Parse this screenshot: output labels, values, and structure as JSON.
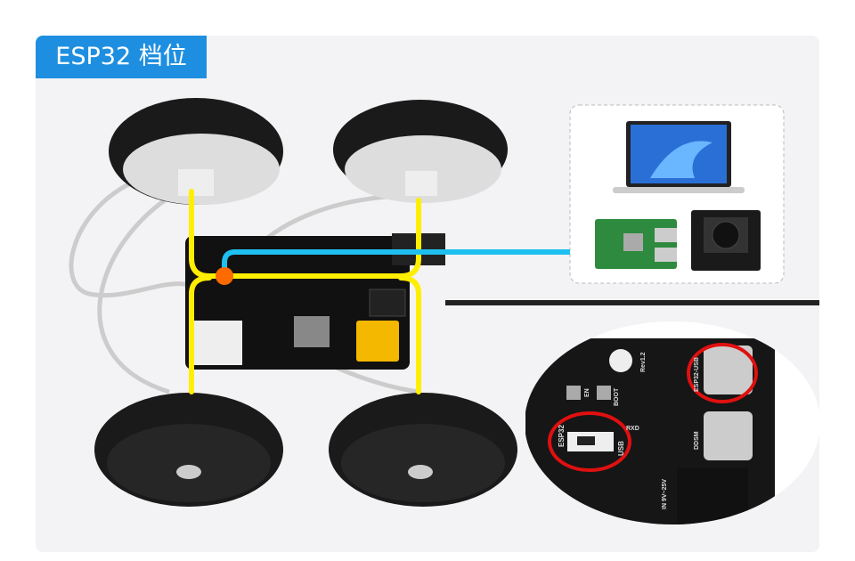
{
  "title": "ESP32 档位",
  "colors": {
    "accent": "#1e8fe0",
    "wire_power": "#ffee00",
    "wire_data": "#1ec0f0",
    "junction": "#ff6a00",
    "highlight": "#e01010"
  },
  "board_labels": {
    "switch_left": "ESP32",
    "switch_right": "USB",
    "en": "EN",
    "boot": "BOOT",
    "rev": "Rev1.2",
    "usb_port": "ESP32-USB",
    "ddsm_port": "DDSM",
    "rxd": "RXD",
    "power_in": "IN 9V~25V"
  },
  "devices": [
    "laptop",
    "raspberry-pi",
    "jetson"
  ]
}
